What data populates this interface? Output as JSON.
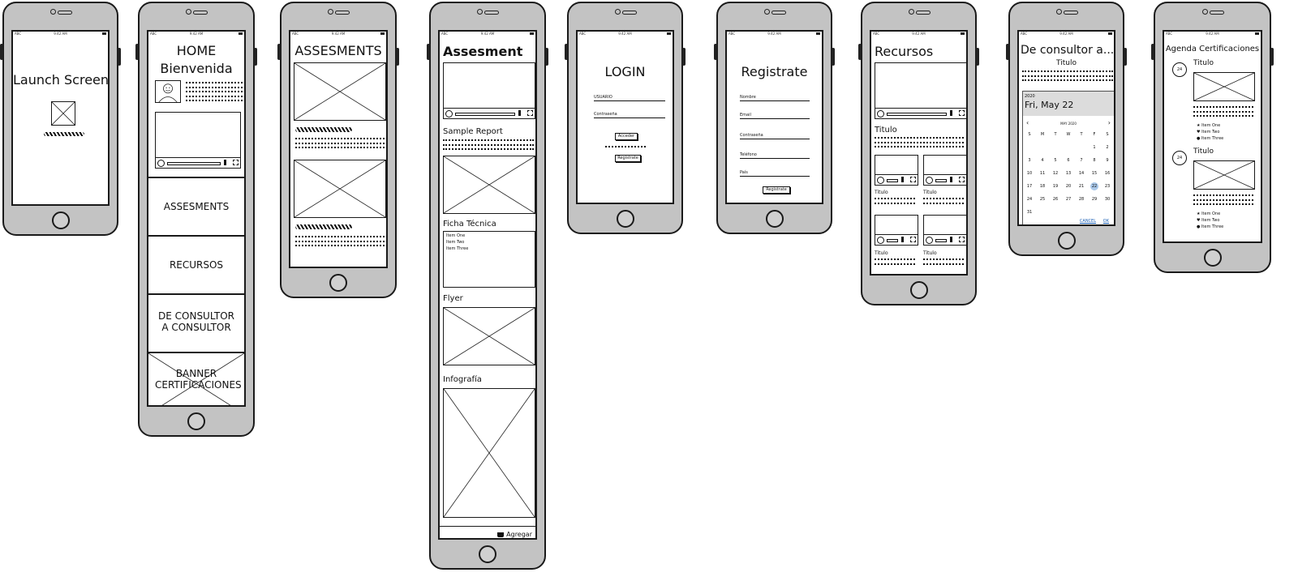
{
  "status": {
    "carrier": "ABC",
    "time": "9:42 AM"
  },
  "launch": {
    "title": "Launch Screen"
  },
  "home": {
    "title": "HOME",
    "subtitle": "Bienvenida",
    "nav": [
      "ASSESMENTS",
      "RECURSOS",
      "DE CONSULTOR A CONSULTOR",
      "BANNER CERTIFICACIONES"
    ]
  },
  "assesments": {
    "title": "ASSESMENTS"
  },
  "assesment": {
    "title": "Assesment",
    "sections": [
      "Sample Report",
      "Ficha Técnica",
      "Flyer",
      "Infografía"
    ],
    "list_items": [
      "Item One",
      "Item Two",
      "Item Three"
    ],
    "add_label": "Agregar"
  },
  "login": {
    "title": "LOGIN",
    "user_label": "USUARIO",
    "password_label": "Contraseña",
    "login_button": "Acceder",
    "register_button": "Registrate"
  },
  "register": {
    "title": "Registrate",
    "fields": [
      "Nombre",
      "Email",
      "Contraseña",
      "Teléfono",
      "País"
    ],
    "button": "Registrate"
  },
  "recursos": {
    "title": "Recursos",
    "heading": "Titulo",
    "card_titles": [
      "Titulo",
      "Titulo",
      "Titulo",
      "Titulo"
    ]
  },
  "consultor": {
    "title": "De consultor a...",
    "heading": "Titulo",
    "calendar": {
      "year": "2020",
      "date": "Fri, May 22",
      "month": "MAY 2020",
      "weekdays": [
        "S",
        "M",
        "T",
        "W",
        "T",
        "F",
        "S"
      ],
      "weeks": [
        [
          "",
          "",
          "",
          "",
          "",
          "1",
          "2"
        ],
        [
          "3",
          "4",
          "5",
          "6",
          "7",
          "8",
          "9"
        ],
        [
          "10",
          "11",
          "12",
          "13",
          "14",
          "15",
          "16"
        ],
        [
          "17",
          "18",
          "19",
          "20",
          "21",
          "22",
          "23"
        ],
        [
          "24",
          "25",
          "26",
          "27",
          "28",
          "29",
          "30"
        ],
        [
          "31",
          "",
          "",
          "",
          "",
          "",
          ""
        ]
      ],
      "selected": "22",
      "cancel": "CANCEL",
      "ok": "OK"
    }
  },
  "agenda": {
    "title": "Agenda Certificaciones",
    "events": [
      {
        "day": "24",
        "title": "Titulo",
        "items": [
          "Item One",
          "Item Two",
          "Item Three"
        ]
      },
      {
        "day": "24",
        "title": "Titulo",
        "items": [
          "Item One",
          "Item Two",
          "Item Three"
        ]
      }
    ]
  },
  "colors": {
    "device": "#c3c3c3",
    "outline": "#1a1a1a",
    "selected_day": "#a9c8ea",
    "link": "#1a5fb4"
  }
}
